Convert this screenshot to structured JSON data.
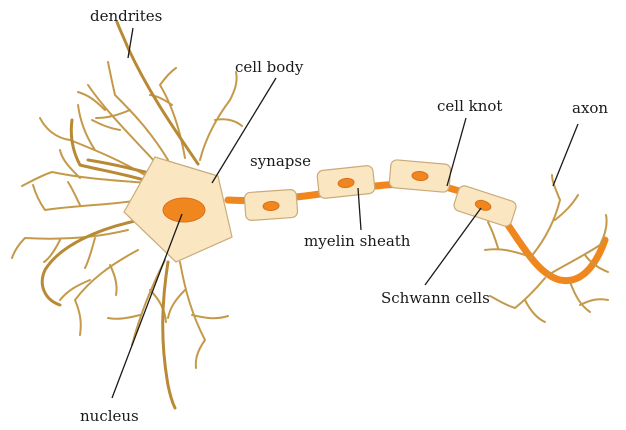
{
  "labels": {
    "dendrites": "dendrites",
    "cell_body": "cell body",
    "synapse": "synapse",
    "cell_knot": "cell knot",
    "axon": "axon",
    "myelin_sheath": "myelin sheath",
    "schwann_cells": "Schwann cells",
    "nucleus": "nucleus"
  },
  "colors": {
    "axon": "#f0871e",
    "membrane": "#fbe6c2",
    "dendrite": "#c49a4a",
    "text": "#1a1a1a"
  }
}
